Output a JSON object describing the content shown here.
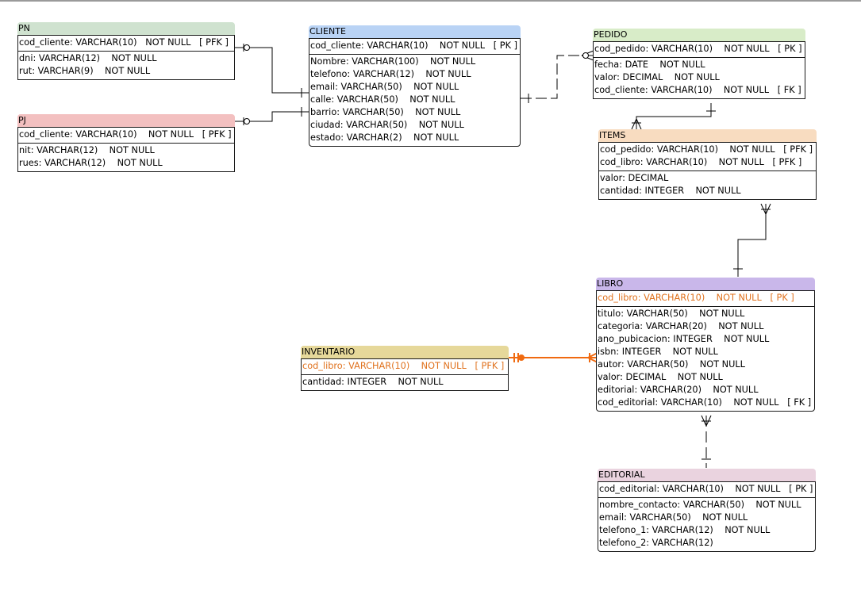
{
  "colors": {
    "PN": "#cfe2cf",
    "CLIENTE": "#b9d3f5",
    "PJ": "#f3c0c0",
    "PEDIDO": "#d8ecc8",
    "ITEMS": "#f8dcc0",
    "LIBRO": "#c9b7ea",
    "INVENTARIO": "#e6d89a",
    "EDITORIAL": "#ead3df",
    "relationship_highlight": "#f06a10",
    "relationship_line": "#000000"
  },
  "entities": {
    "PN": {
      "name": "PN",
      "keys": [
        "cod_cliente: VARCHAR(10)   NOT NULL   [ PFK ]"
      ],
      "attrs": [
        "dni: VARCHAR(12)    NOT NULL",
        "rut: VARCHAR(9)    NOT NULL"
      ]
    },
    "CLIENTE": {
      "name": "CLIENTE",
      "keys": [
        "cod_cliente: VARCHAR(10)    NOT NULL   [ PK ]"
      ],
      "attrs": [
        "Nombre: VARCHAR(100)    NOT NULL",
        "telefono: VARCHAR(12)    NOT NULL",
        "email: VARCHAR(50)    NOT NULL",
        "calle: VARCHAR(50)    NOT NULL",
        "barrio: VARCHAR(50)    NOT NULL",
        "ciudad: VARCHAR(50)    NOT NULL",
        "estado: VARCHAR(2)    NOT NULL"
      ]
    },
    "PJ": {
      "name": "PJ",
      "keys": [
        "cod_cliente: VARCHAR(10)    NOT NULL   [ PFK ]"
      ],
      "attrs": [
        "nit: VARCHAR(12)    NOT NULL",
        "rues: VARCHAR(12)    NOT NULL"
      ]
    },
    "PEDIDO": {
      "name": "PEDIDO",
      "keys": [
        "cod_pedido: VARCHAR(10)    NOT NULL   [ PK ]"
      ],
      "attrs": [
        "fecha: DATE    NOT NULL",
        "valor: DECIMAL    NOT NULL",
        "cod_cliente: VARCHAR(10)    NOT NULL   [ FK ]"
      ]
    },
    "ITEMS": {
      "name": "ITEMS",
      "keys": [
        "cod_pedido: VARCHAR(10)    NOT NULL   [ PFK ]",
        "cod_libro: VARCHAR(10)    NOT NULL   [ PFK ]"
      ],
      "attrs": [
        "valor: DECIMAL",
        "cantidad: INTEGER    NOT NULL"
      ]
    },
    "LIBRO": {
      "name": "LIBRO",
      "keys": [
        "cod_libro: VARCHAR(10)    NOT NULL   [ PK ]"
      ],
      "attrs": [
        "titulo: VARCHAR(50)    NOT NULL",
        "categoria: VARCHAR(20)    NOT NULL",
        "ano_pubicacion: INTEGER    NOT NULL",
        "isbn: INTEGER    NOT NULL",
        "autor: VARCHAR(50)    NOT NULL",
        "valor: DECIMAL    NOT NULL",
        "editorial: VARCHAR(20)    NOT NULL",
        "cod_editorial: VARCHAR(10)    NOT NULL   [ FK ]"
      ]
    },
    "INVENTARIO": {
      "name": "INVENTARIO",
      "keys": [
        "cod_libro: VARCHAR(10)    NOT NULL   [ PFK ]"
      ],
      "attrs": [
        "cantidad: INTEGER    NOT NULL"
      ]
    },
    "EDITORIAL": {
      "name": "EDITORIAL",
      "keys": [
        "cod_editorial: VARCHAR(10)    NOT NULL   [ PK ]"
      ],
      "attrs": [
        "nombre_contacto: VARCHAR(50)    NOT NULL",
        "email: VARCHAR(50)    NOT NULL",
        "telefono_1: VARCHAR(12)    NOT NULL",
        "telefono_2: VARCHAR(12)"
      ]
    }
  }
}
